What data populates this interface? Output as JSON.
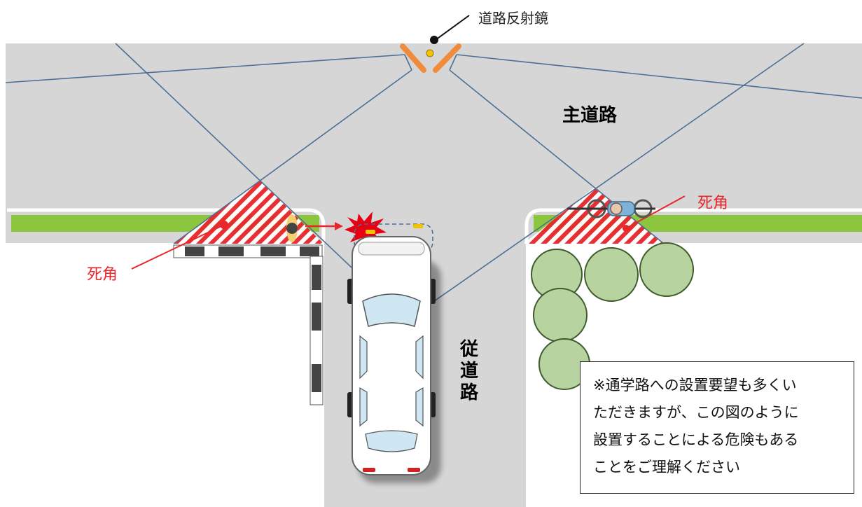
{
  "labels": {
    "mirror": "道路反射鏡",
    "main_road": "主道路",
    "side_road": "従道路",
    "blind_spot_left": "死角",
    "blind_spot_right": "死角"
  },
  "note": {
    "lines": [
      "※通学路への設置要望も多くい",
      "ただきますが、この図のように",
      "設置することによる危険もある",
      "ことをご理解ください"
    ]
  },
  "colors": {
    "road": "#d6d6d6",
    "green_strip": "#8cc63f",
    "mirror": "#f08b3c",
    "sight_line": "#4d6f96",
    "blind_spot_hatch": "#e8262b",
    "warning_burst": "#e60012",
    "tree_fill": "#b7d4a0"
  }
}
